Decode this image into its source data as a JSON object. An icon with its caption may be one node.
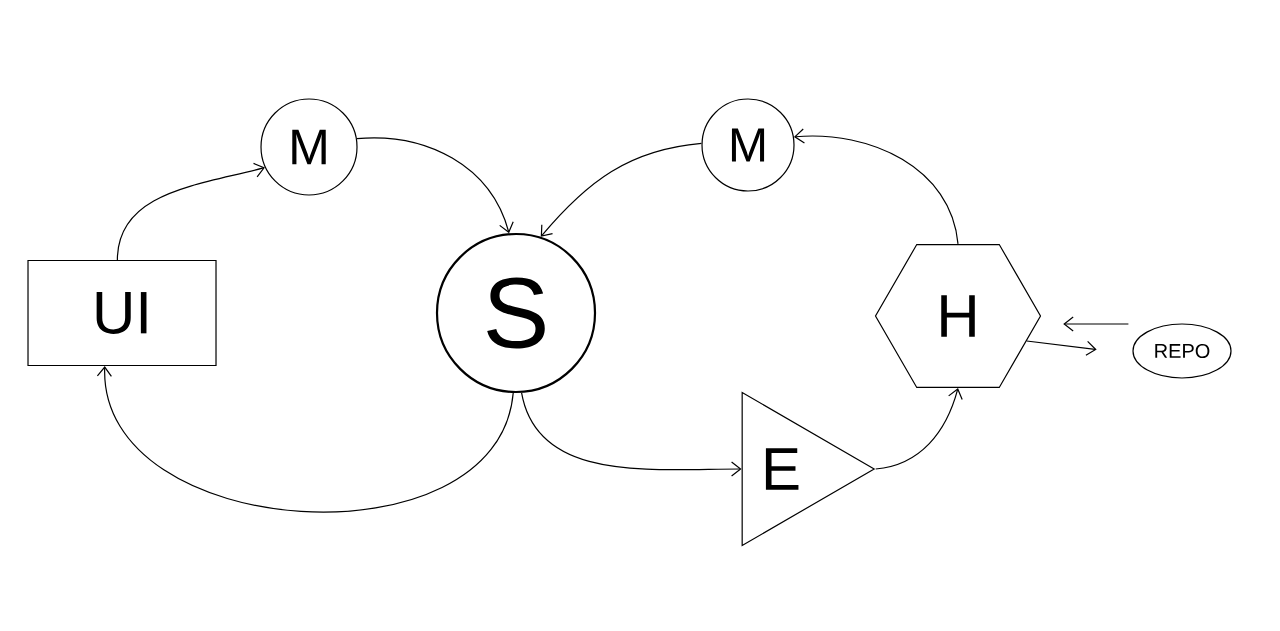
{
  "diagram": {
    "nodes": [
      {
        "text": [
          "UI"
        ]
      },
      {
        "text": [
          "M"
        ]
      },
      {
        "text": [
          "S"
        ]
      },
      {
        "text": [
          "M"
        ]
      },
      {
        "text": [
          "H"
        ]
      },
      {
        "text": [
          "E"
        ]
      },
      {
        "text": [
          "REPO"
        ]
      }
    ],
    "edges": [
      {
        "from": 0,
        "to": 1,
        "arrow": "to"
      },
      {
        "from": 1,
        "to": 2,
        "arrow": "to"
      },
      {
        "from": 2,
        "to": 0,
        "arrow": "to"
      },
      {
        "from": 3,
        "to": 2,
        "arrow": "to"
      },
      {
        "from": 2,
        "to": 5,
        "arrow": "to"
      },
      {
        "from": 5,
        "to": 4,
        "arrow": "to"
      },
      {
        "from": 4,
        "to": 3,
        "arrow": "to"
      },
      {
        "from": 6,
        "to": 4,
        "arrow": "to"
      },
      {
        "from": 4,
        "to": 6,
        "arrow": "to"
      }
    ]
  }
}
